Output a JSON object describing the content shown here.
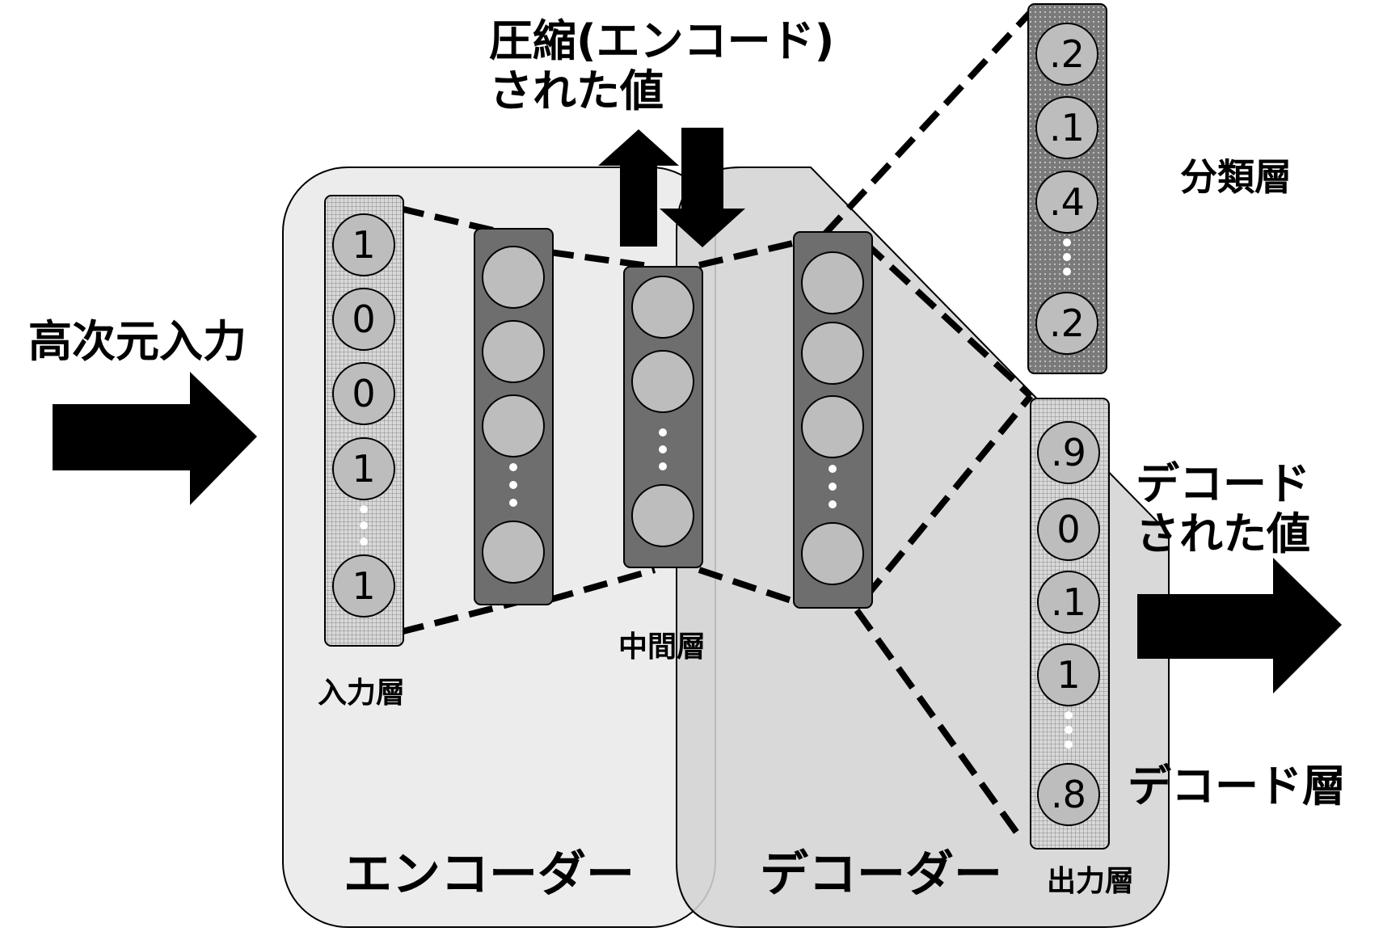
{
  "labels": {
    "high_dim_input": "高次元入力",
    "compressed_value": "圧縮(エンコード)\nされた値",
    "classification_layer": "分類層",
    "decoded_value": "デコード\nされた値",
    "decode_layer": "デコード層",
    "input_layer": "入力層",
    "middle_layer": "中間層",
    "output_layer": "出力層",
    "encoder": "エンコーダー",
    "decoder": "デコーダー"
  },
  "input_layer_values": [
    "1",
    "0",
    "0",
    "1",
    "1"
  ],
  "classification_values": [
    ".2",
    ".1",
    ".4",
    ".2"
  ],
  "output_layer_values": [
    ".9",
    "0",
    ".1",
    "1",
    ".8"
  ],
  "colors": {
    "encoder_region": "#ececec",
    "decoder_region": "#d4d4d4",
    "hidden_layer": "#6e6e6e",
    "node_fill": "#bdbdbd",
    "arrow": "#000000"
  }
}
